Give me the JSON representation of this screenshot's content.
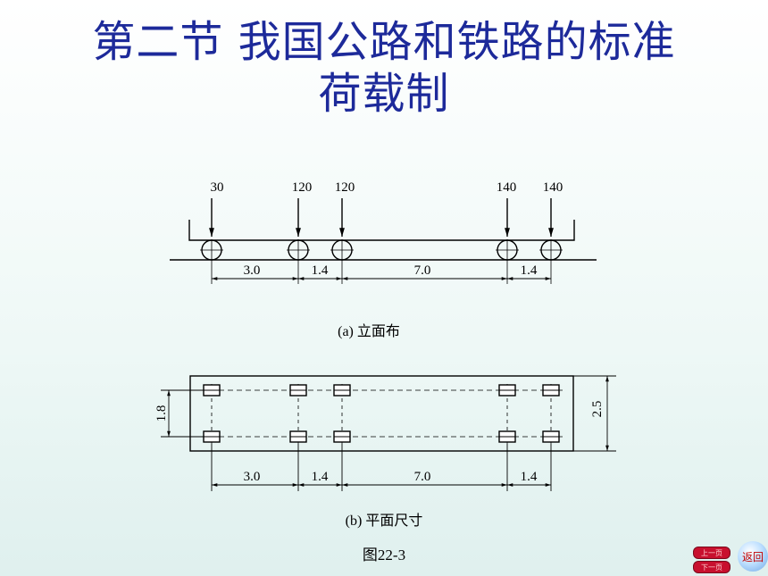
{
  "title": {
    "line1": "第二节    我国公路和铁路的标准",
    "line2": "荷载制"
  },
  "diagram": {
    "loads": [
      "30",
      "120",
      "120",
      "140",
      "140"
    ],
    "spacings": [
      "3.0",
      "1.4",
      "7.0",
      "1.4"
    ],
    "width_dims": [
      "1.8",
      "2.5"
    ],
    "caption_a": "(a) 立面布",
    "caption_b": "(b) 平面尺寸",
    "figure_label": "图22-3"
  },
  "nav": {
    "prev": "上一页",
    "next": "下一页",
    "back": "返回"
  }
}
